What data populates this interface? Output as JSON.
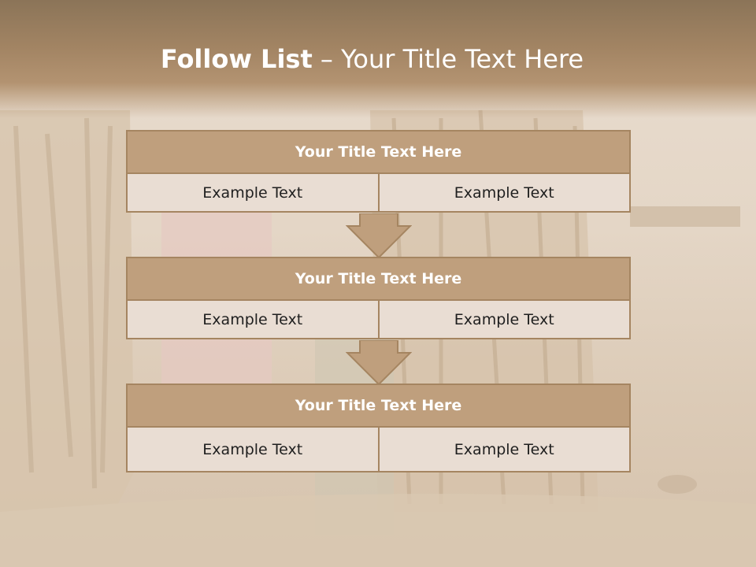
{
  "title": {
    "bold": "Follow List",
    "rest": " – Your Title Text Here"
  },
  "steps": [
    {
      "title": "Your Title Text Here",
      "left": "Example Text",
      "right": "Example Text"
    },
    {
      "title": "Your Title Text Here",
      "left": "Example Text",
      "right": "Example Text"
    },
    {
      "title": "Your Title Text Here",
      "left": "Example Text",
      "right": "Example Text"
    }
  ],
  "colors": {
    "header": "#a28463",
    "box_fill": "#bf9f7d",
    "box_border": "#a58561",
    "cell_fill": "#e9ddd3"
  }
}
